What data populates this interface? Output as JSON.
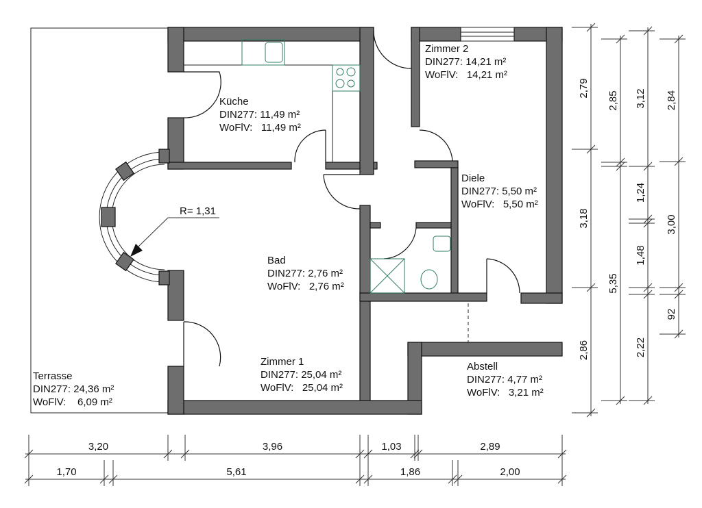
{
  "rooms": {
    "kueche": {
      "name": "Küche",
      "din": "DIN277: 11,49 m²",
      "wofl": "WoFlV:   11,49 m²"
    },
    "zimmer2": {
      "name": "Zimmer 2",
      "din": "DIN277: 14,21 m²",
      "wofl": "WoFlV:   14,21 m²"
    },
    "diele": {
      "name": "Diele",
      "din": "DIN277: 5,50 m²",
      "wofl": "WoFlV:   5,50 m²"
    },
    "bad": {
      "name": "Bad",
      "din": "DIN277: 2,76 m²",
      "wofl": "WoFlV:   2,76 m²"
    },
    "zimmer1": {
      "name": "Zimmer 1",
      "din": "DIN277: 25,04 m²",
      "wofl": "WoFlV:   25,04 m²"
    },
    "abstell": {
      "name": "Abstell",
      "din": "DIN277: 4,77 m²",
      "wofl": "WoFlV:   3,21 m²"
    },
    "terrasse": {
      "name": "Terrasse",
      "din": "DIN277: 24,36 m²",
      "wofl": "WoFlV:    6,09 m²"
    }
  },
  "radius_label": "R= 1,31",
  "dimensions": {
    "right_col1": [
      "2,79",
      "3,18",
      "2,86"
    ],
    "right_col2": [
      "2,85",
      "5,35"
    ],
    "right_col3": [
      "3,12",
      "1,24",
      "1,48",
      "2,22"
    ],
    "right_col4": [
      "2,84",
      "3,00",
      "92"
    ],
    "bottom_row1": [
      "3,20",
      "3,96",
      "1,03",
      "2,89"
    ],
    "bottom_row2": [
      "1,70",
      "5,61",
      "1,86",
      "2,00"
    ]
  }
}
